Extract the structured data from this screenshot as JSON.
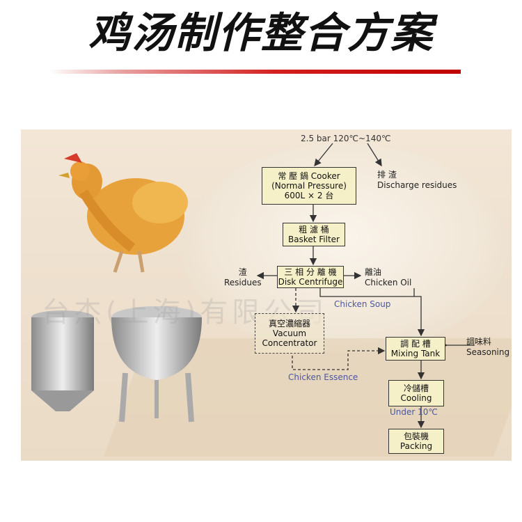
{
  "header": {
    "title": "鸡汤制作整合方案"
  },
  "flow": {
    "condition": "2.5 bar  120℃~140℃",
    "cooker": {
      "line1": "常 壓 鍋 Cooker",
      "line2": "(Normal Pressure)",
      "line3": "600L × 2 台"
    },
    "discharge": {
      "zh": "排 渣",
      "en": "Discharge residues"
    },
    "basket": {
      "zh": "粗 濾 桶",
      "en": "Basket Filter"
    },
    "centrifuge": {
      "zh": "三 相 分 離 機",
      "en": "Disk Centrifuge"
    },
    "residues": {
      "zh": "渣",
      "en": "Residues"
    },
    "oil": {
      "zh": "離油",
      "en": "Chicken Oil"
    },
    "soup": "Chicken Soup",
    "vacuum": {
      "zh": "真空濃縮器",
      "en1": "Vacuum",
      "en2": "Concentrator"
    },
    "essence": "Chicken Essence",
    "mixing": {
      "zh": "調 配 槽",
      "en": "Mixing Tank"
    },
    "seasoning": {
      "zh": "調味料",
      "en": "Seasoning"
    },
    "cooling": {
      "zh": "冷儲槽",
      "en": "Cooling"
    },
    "under": "Under 10℃",
    "packing": {
      "zh": "包裝機",
      "en": "Packing"
    }
  }
}
